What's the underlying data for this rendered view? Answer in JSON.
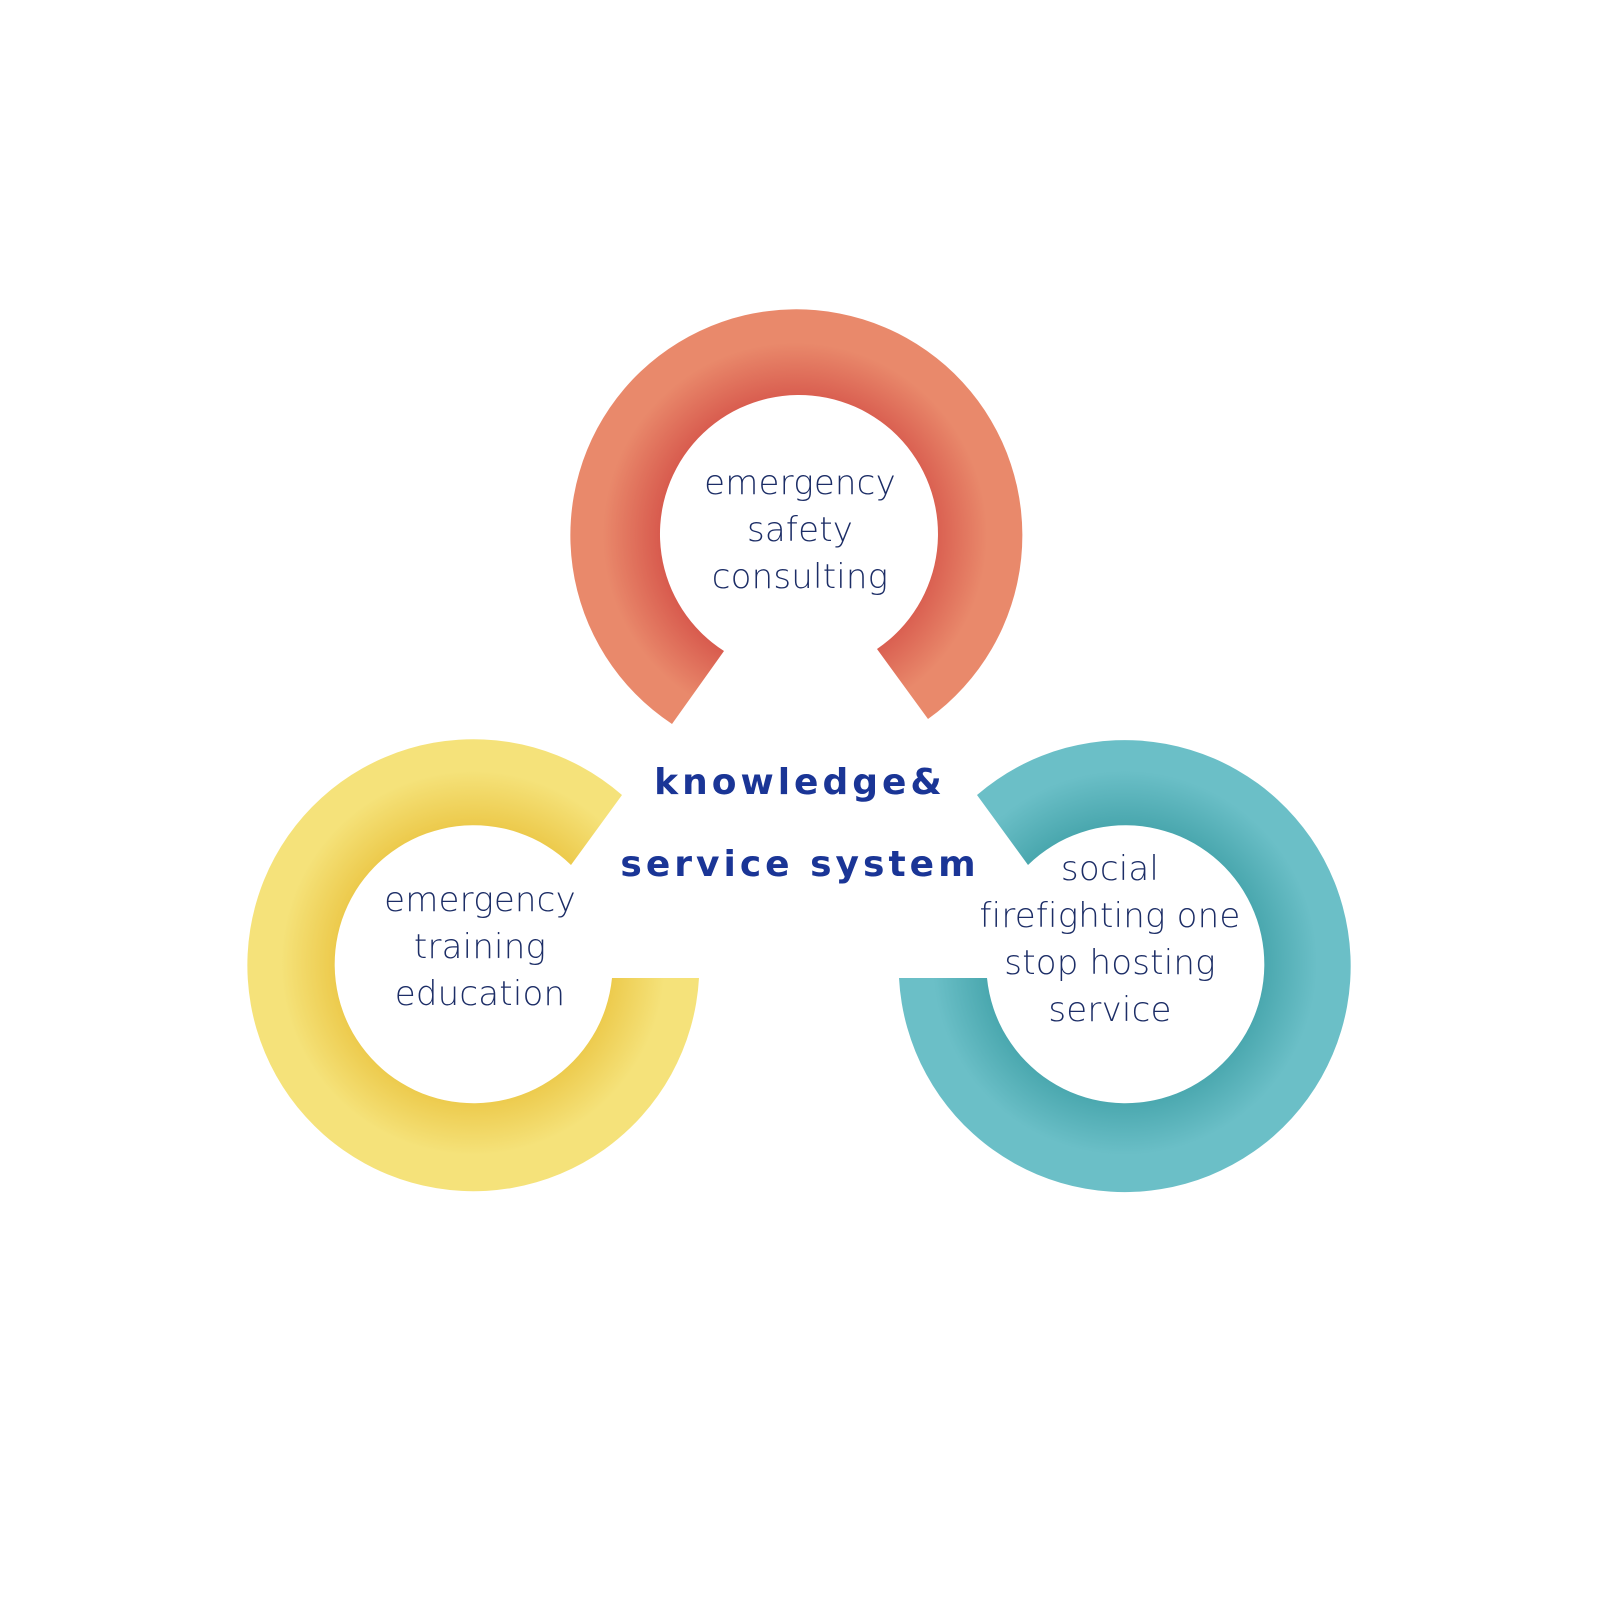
{
  "diagram": {
    "center_title": {
      "line1": "knowledge&",
      "line2": "service system"
    },
    "nodes": [
      {
        "id": "top",
        "lines": [
          "emergency",
          "safety",
          "consulting"
        ],
        "color_light": "#e9896b",
        "color_dark": "#d85b4e"
      },
      {
        "id": "left",
        "lines": [
          "emergency",
          "training",
          "education"
        ],
        "color_light": "#f5e27a",
        "color_dark": "#ecc94a"
      },
      {
        "id": "right",
        "lines": [
          "social",
          "firefighting one",
          "stop hosting",
          "service"
        ],
        "color_light": "#6bbfc7",
        "color_dark": "#48a6ad"
      }
    ]
  }
}
